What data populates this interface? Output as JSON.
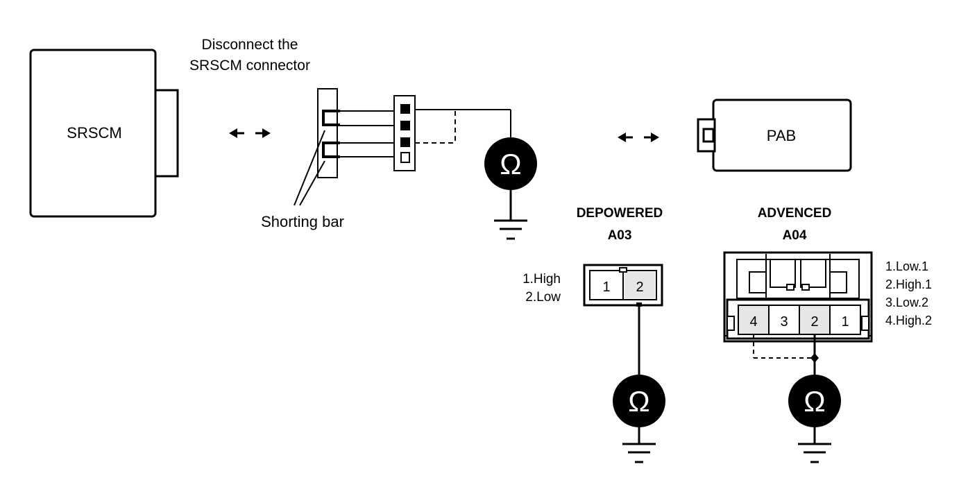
{
  "srscm": {
    "label": "SRSCM"
  },
  "instruction": {
    "line1": "Disconnect the",
    "line2": "SRSCM connector"
  },
  "shorting_bar": {
    "label": "Shorting bar"
  },
  "pab": {
    "label": "PAB"
  },
  "depowered": {
    "title": "DEPOWERED",
    "code": "A03",
    "pins": [
      "1",
      "2"
    ],
    "legend": [
      "1.High",
      "2.Low"
    ]
  },
  "advanced": {
    "title": "ADVENCED",
    "code": "A04",
    "pins": [
      "4",
      "3",
      "2",
      "1"
    ],
    "legend": [
      "1.Low.1",
      "2.High.1",
      "3.Low.2",
      "4.High.2"
    ]
  },
  "ohmmeter": {
    "symbol": "Ω"
  },
  "colors": {
    "ink": "#000000",
    "pin_shade": "#e6e6e6",
    "background": "#ffffff"
  }
}
